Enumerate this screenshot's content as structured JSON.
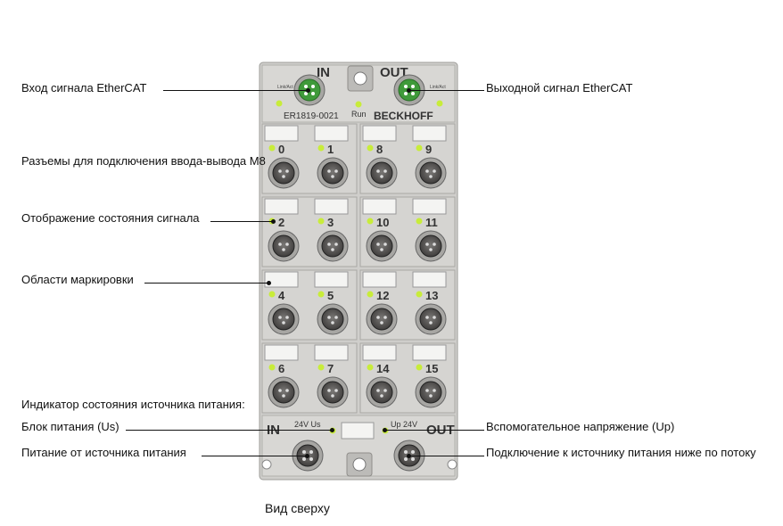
{
  "callouts": {
    "ethercat_in": "Вход сигнала EtherCAT",
    "ethercat_out": "Выходной сигнал EtherCAT",
    "m8_connectors": "Разъемы для подключения ввода-вывода M8",
    "signal_status": "Отображение состояния сигнала",
    "marking_areas": "Области маркировки",
    "power_status_indicator": "Индикатор состояния источника питания:",
    "power_us": "Блок питания (Us)",
    "aux_voltage_up": "Вспомогательное напряжение (Uр)",
    "power_feed": "Питание от источника питания",
    "power_downstream": "Подключение к источнику питания ниже по потоку"
  },
  "caption": "Вид сверху",
  "device": {
    "brand": "BECKHOFF",
    "model": "ER1819-0021",
    "in_label": "IN",
    "out_label": "OUT",
    "run_label": "Run",
    "link_act": "Link/Act",
    "us_label": "24V Us",
    "up_label": "Up 24V",
    "channels": [
      "0",
      "1",
      "8",
      "9",
      "2",
      "3",
      "10",
      "11",
      "4",
      "5",
      "12",
      "13",
      "6",
      "7",
      "14",
      "15"
    ]
  },
  "colors": {
    "housing": "#cfcecb",
    "led": "#c8ec3a",
    "port_green": "#3f9a3a"
  }
}
